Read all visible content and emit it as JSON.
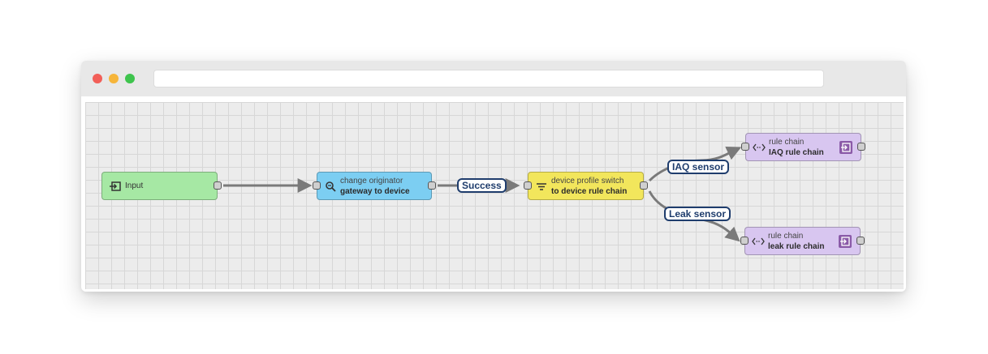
{
  "window": {
    "address_bar": ""
  },
  "nodes": {
    "input": {
      "label": "Input",
      "color": "#a6e8a4",
      "icon": "input-icon"
    },
    "change_originator": {
      "type": "change originator",
      "name": "gateway to device",
      "color": "#7ccef2",
      "icon": "search-icon"
    },
    "device_profile_switch": {
      "type": "device profile switch",
      "name": "to device rule chain",
      "color": "#f2e65c",
      "icon": "filter-icon"
    },
    "rule_chain_iaq": {
      "type": "rule chain",
      "name": "IAQ rule chain",
      "color": "#d8c6f0",
      "icon": "code-arrows-icon",
      "badge_icon": "enter-icon"
    },
    "rule_chain_leak": {
      "type": "rule chain",
      "name": "leak rule chain",
      "color": "#d8c6f0",
      "icon": "code-arrows-icon",
      "badge_icon": "enter-icon"
    }
  },
  "links": {
    "success": "Success",
    "iaq_sensor": "IAQ sensor",
    "leak_sensor": "Leak sensor"
  },
  "colors": {
    "edge": "#7a7a7a",
    "label_border": "#1f3d6d",
    "badge": "#8a5aa8"
  }
}
